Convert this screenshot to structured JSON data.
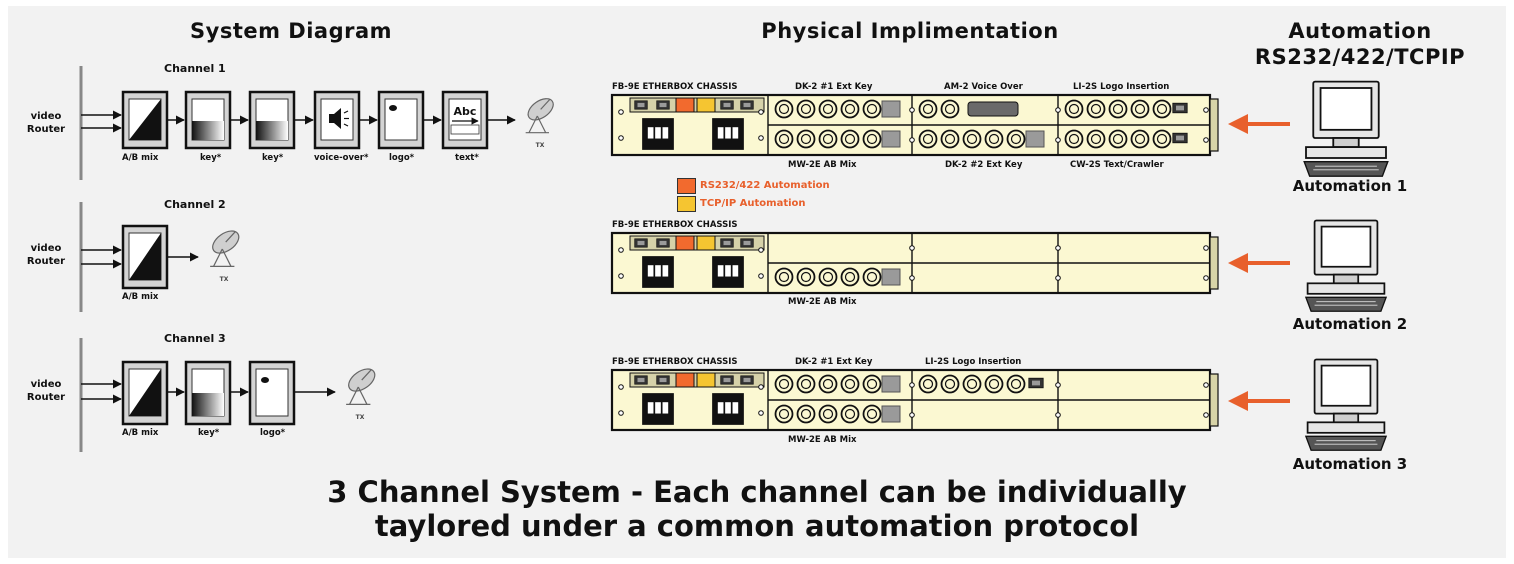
{
  "headers": {
    "system_diagram": "System Diagram",
    "physical": "Physical Implimentation",
    "automation_line1": "Automation",
    "automation_line2": "RS232/422/TCPIP"
  },
  "channels": [
    {
      "title": "Channel 1",
      "input_label_1": "video",
      "input_label_2": "Router",
      "blocks": [
        "A/B mix",
        "key*",
        "key*",
        "voice-over*",
        "logo*",
        "text*"
      ],
      "tx_label": "TX"
    },
    {
      "title": "Channel 2",
      "input_label_1": "video",
      "input_label_2": "Router",
      "blocks": [
        "A/B mix"
      ],
      "tx_label": "TX"
    },
    {
      "title": "Channel 3",
      "input_label_1": "video",
      "input_label_2": "Router",
      "blocks": [
        "A/B mix",
        "key*",
        "logo*"
      ],
      "tx_label": "TX"
    }
  ],
  "text_block_glyph": "Abc",
  "racks": [
    {
      "chassis": "FB-9E ETHERBOX CHASSIS",
      "top_labels": [
        "DK-2 #1 Ext Key",
        "AM-2 Voice Over",
        "LI-2S Logo Insertion"
      ],
      "bottom_labels": [
        "MW-2E AB Mix",
        "DK-2 #2 Ext Key",
        "CW-2S Text/Crawler"
      ]
    },
    {
      "chassis": "FB-9E ETHERBOX CHASSIS",
      "top_labels": [],
      "bottom_labels": [
        "MW-2E AB Mix"
      ]
    },
    {
      "chassis": "FB-9E ETHERBOX CHASSIS",
      "top_labels": [
        "DK-2 #1 Ext Key",
        "LI-2S Logo Insertion"
      ],
      "bottom_labels": [
        "MW-2E AB Mix"
      ]
    }
  ],
  "legend": {
    "rs232": "RS232/422 Automation",
    "tcpip": "TCP/IP Automation"
  },
  "automation": [
    "Automation 1",
    "Automation 2",
    "Automation 3"
  ],
  "caption": {
    "line1": "3 Channel System - Each channel can be individually",
    "line2": "taylored under a common automation protocol"
  },
  "colors": {
    "panel": "#f2f2f2",
    "rack_fill": "#fbf8d2",
    "orange": "#f26a2e",
    "yellow": "#f5c531",
    "arrow": "#e8602c"
  },
  "icons": [
    "satellite-dish-icon",
    "computer-icon",
    "speaker-icon",
    "bnc-connector-icon",
    "ethernet-port-icon",
    "power-socket-icon"
  ]
}
